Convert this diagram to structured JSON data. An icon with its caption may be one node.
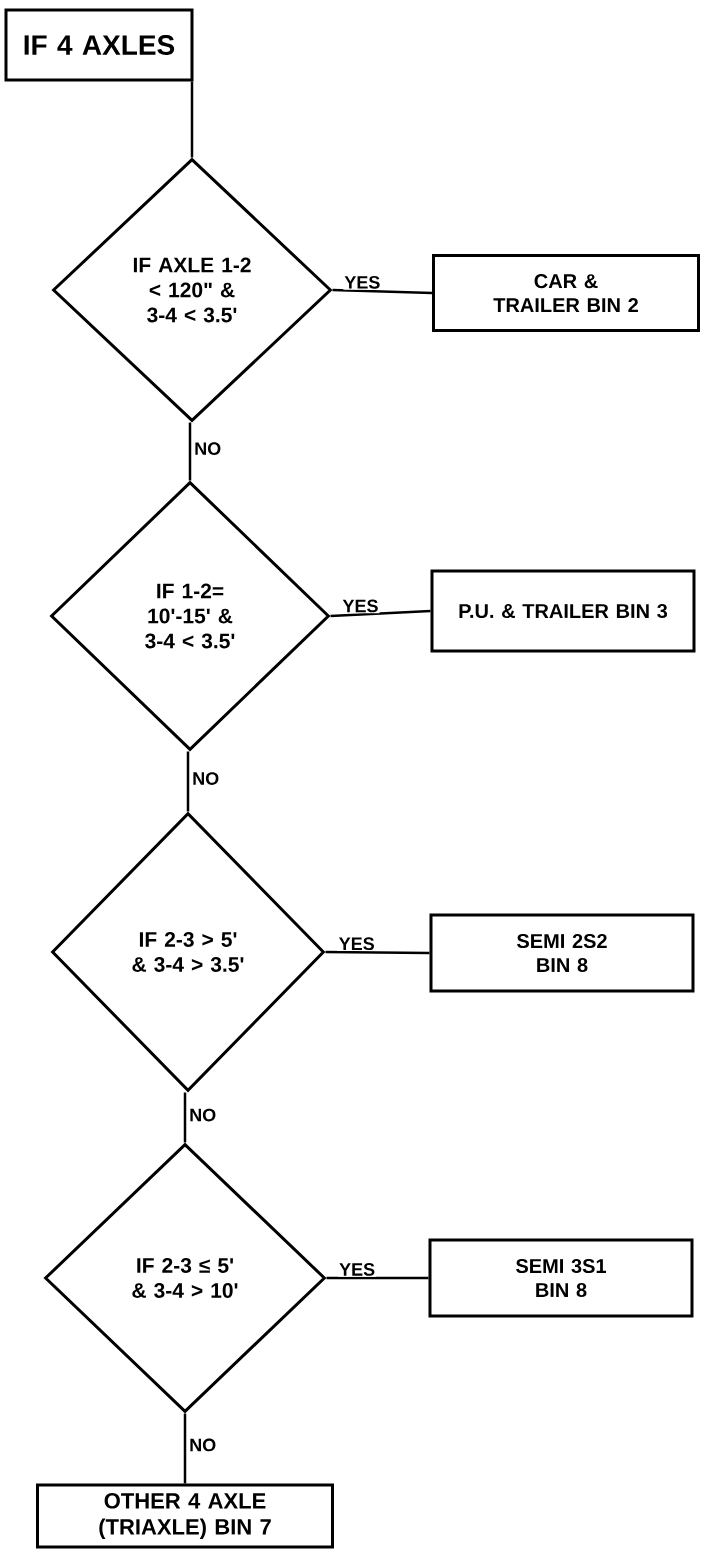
{
  "diagram": {
    "nodes": [
      {
        "text": [
          "IF 4 AXLES"
        ]
      },
      {
        "text": [
          "IF AXLE 1-2 < 120\" & 3-4 < 3.5'"
        ]
      },
      {
        "text": [
          "CAR & TRAILER BIN 2"
        ]
      },
      {
        "text": [
          "IF 1-2= 10'-15' & 3-4 < 3.5'"
        ]
      },
      {
        "text": [
          "P.U. & TRAILER BIN 3"
        ]
      },
      {
        "text": [
          "IF 2-3 > 5' & 3-4 > 3.5'"
        ]
      },
      {
        "text": [
          "SEMI 2S2 BIN 8"
        ]
      },
      {
        "text": [
          "IF 2-3 ≤ 5' & 3-4 > 10'"
        ]
      },
      {
        "text": [
          "SEMI 3S1 BIN 8"
        ]
      },
      {
        "text": [
          "OTHER 4 AXLE (TRIAXLE) BIN 7"
        ]
      }
    ],
    "edges": [
      {
        "from": 0,
        "to": 1,
        "arrow": "none"
      },
      {
        "from": 1,
        "to": 2,
        "arrow": "none",
        "label": "YES"
      },
      {
        "from": 1,
        "to": 3,
        "arrow": "none",
        "label": "NO"
      },
      {
        "from": 3,
        "to": 4,
        "arrow": "none",
        "label": "YES"
      },
      {
        "from": 3,
        "to": 5,
        "arrow": "none",
        "label": "NO"
      },
      {
        "from": 5,
        "to": 6,
        "arrow": "none",
        "label": "YES"
      },
      {
        "from": 5,
        "to": 7,
        "arrow": "none",
        "label": "NO"
      },
      {
        "from": 7,
        "to": 8,
        "arrow": "none",
        "label": "YES"
      },
      {
        "from": 7,
        "to": 9,
        "arrow": "none",
        "label": "NO"
      }
    ]
  }
}
